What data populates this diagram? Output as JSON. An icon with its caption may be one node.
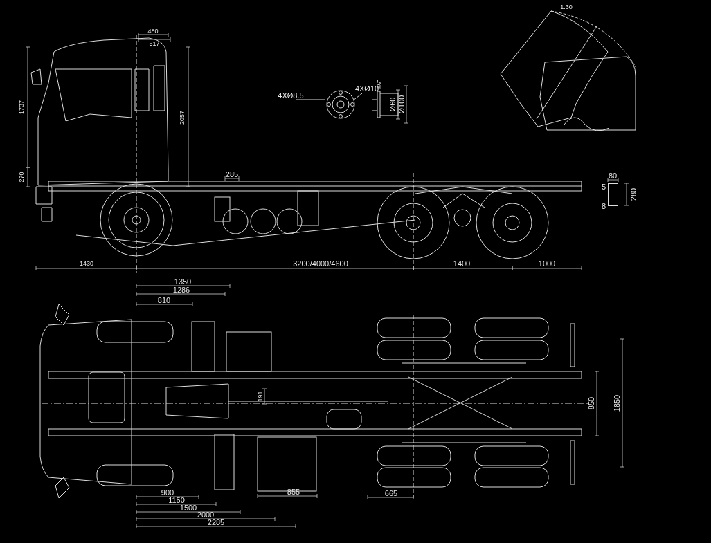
{
  "diagram": {
    "labels": [
      "480",
      "517",
      "1737",
      "2057",
      "270",
      "285",
      "5",
      "4XØ8.5",
      "4XØ10",
      "Ø60",
      "Ø100",
      "1:30",
      "80",
      "5",
      "280",
      "8",
      "1430",
      "3200/4000/4600",
      "1400",
      "1000",
      "1350",
      "1286",
      "810",
      "191",
      "900",
      "1150",
      "1500",
      "2000",
      "2285",
      "855",
      "665",
      "850",
      "1850"
    ]
  }
}
